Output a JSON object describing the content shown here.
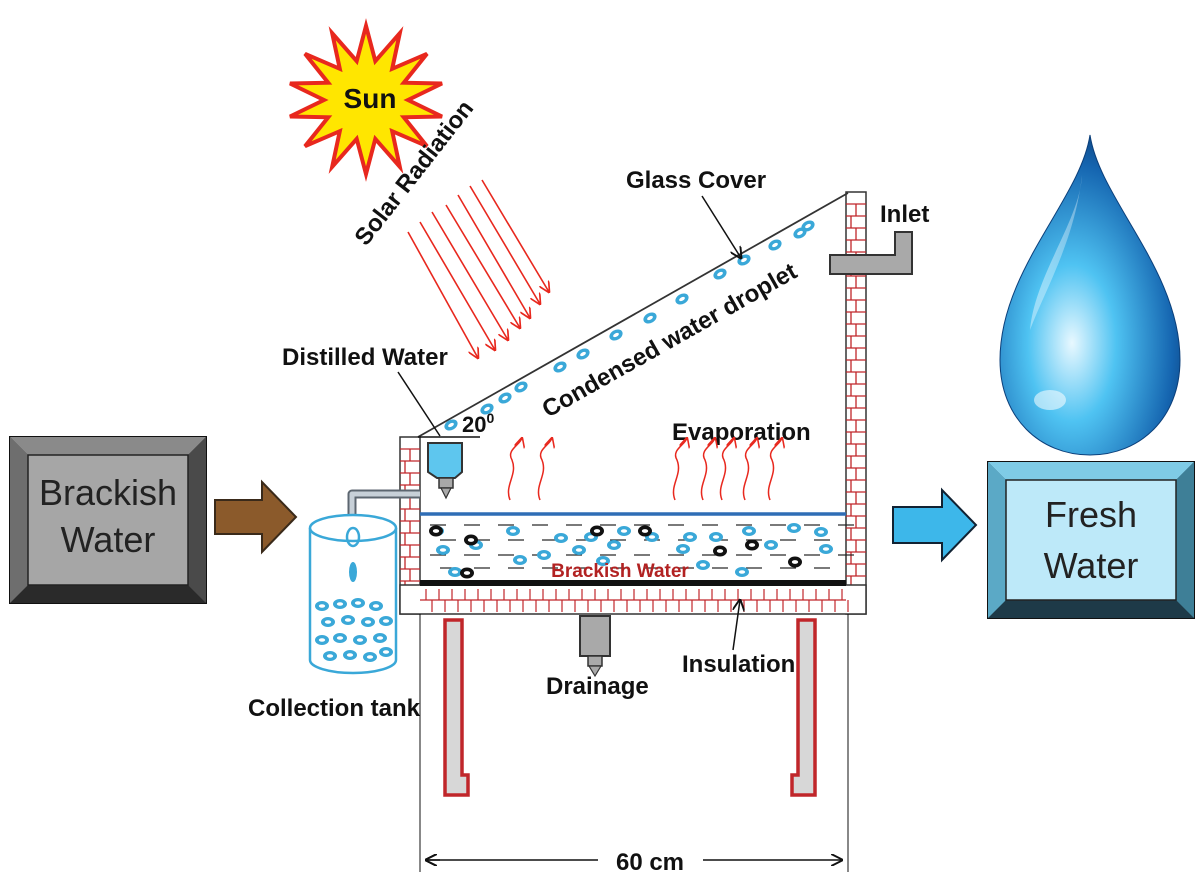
{
  "labels": {
    "sun": "Sun",
    "solar_radiation": "Solar Radiation",
    "glass_cover": "Glass Cover",
    "inlet": "Inlet",
    "condensed_water_droplet": "Condensed water droplet",
    "distilled_water": "Distilled Water",
    "angle_base": "20",
    "angle_sup": "0",
    "evaporation": "Evaporation",
    "brackish_water_basin": "Brackish Water",
    "collection_tank": "Collection tank",
    "drainage": "Drainage",
    "insulation": "Insulation",
    "width": "60 cm"
  },
  "boxes": {
    "input_line1": "Brackish",
    "input_line2": "Water",
    "output_line1": "Fresh",
    "output_line2": "Water"
  },
  "colors": {
    "sun_fill": "#FFE600",
    "sun_stroke": "#E8281E",
    "ray": "#E8281E",
    "droplet": "#3AA8D8",
    "black_particle": "#111111",
    "brick": "#C0262A",
    "input_box": "#A6A6A6",
    "output_box": "#BDE9F9",
    "input_arrow": "#8B5A2B",
    "output_arrow": "#3DB7EA",
    "brackish_text": "#B22222"
  },
  "icons": {
    "sun": "sun-starburst-icon",
    "water_drop": "water-drop-icon",
    "input_arrow": "brown-right-arrow-icon",
    "output_arrow": "blue-right-arrow-icon"
  }
}
